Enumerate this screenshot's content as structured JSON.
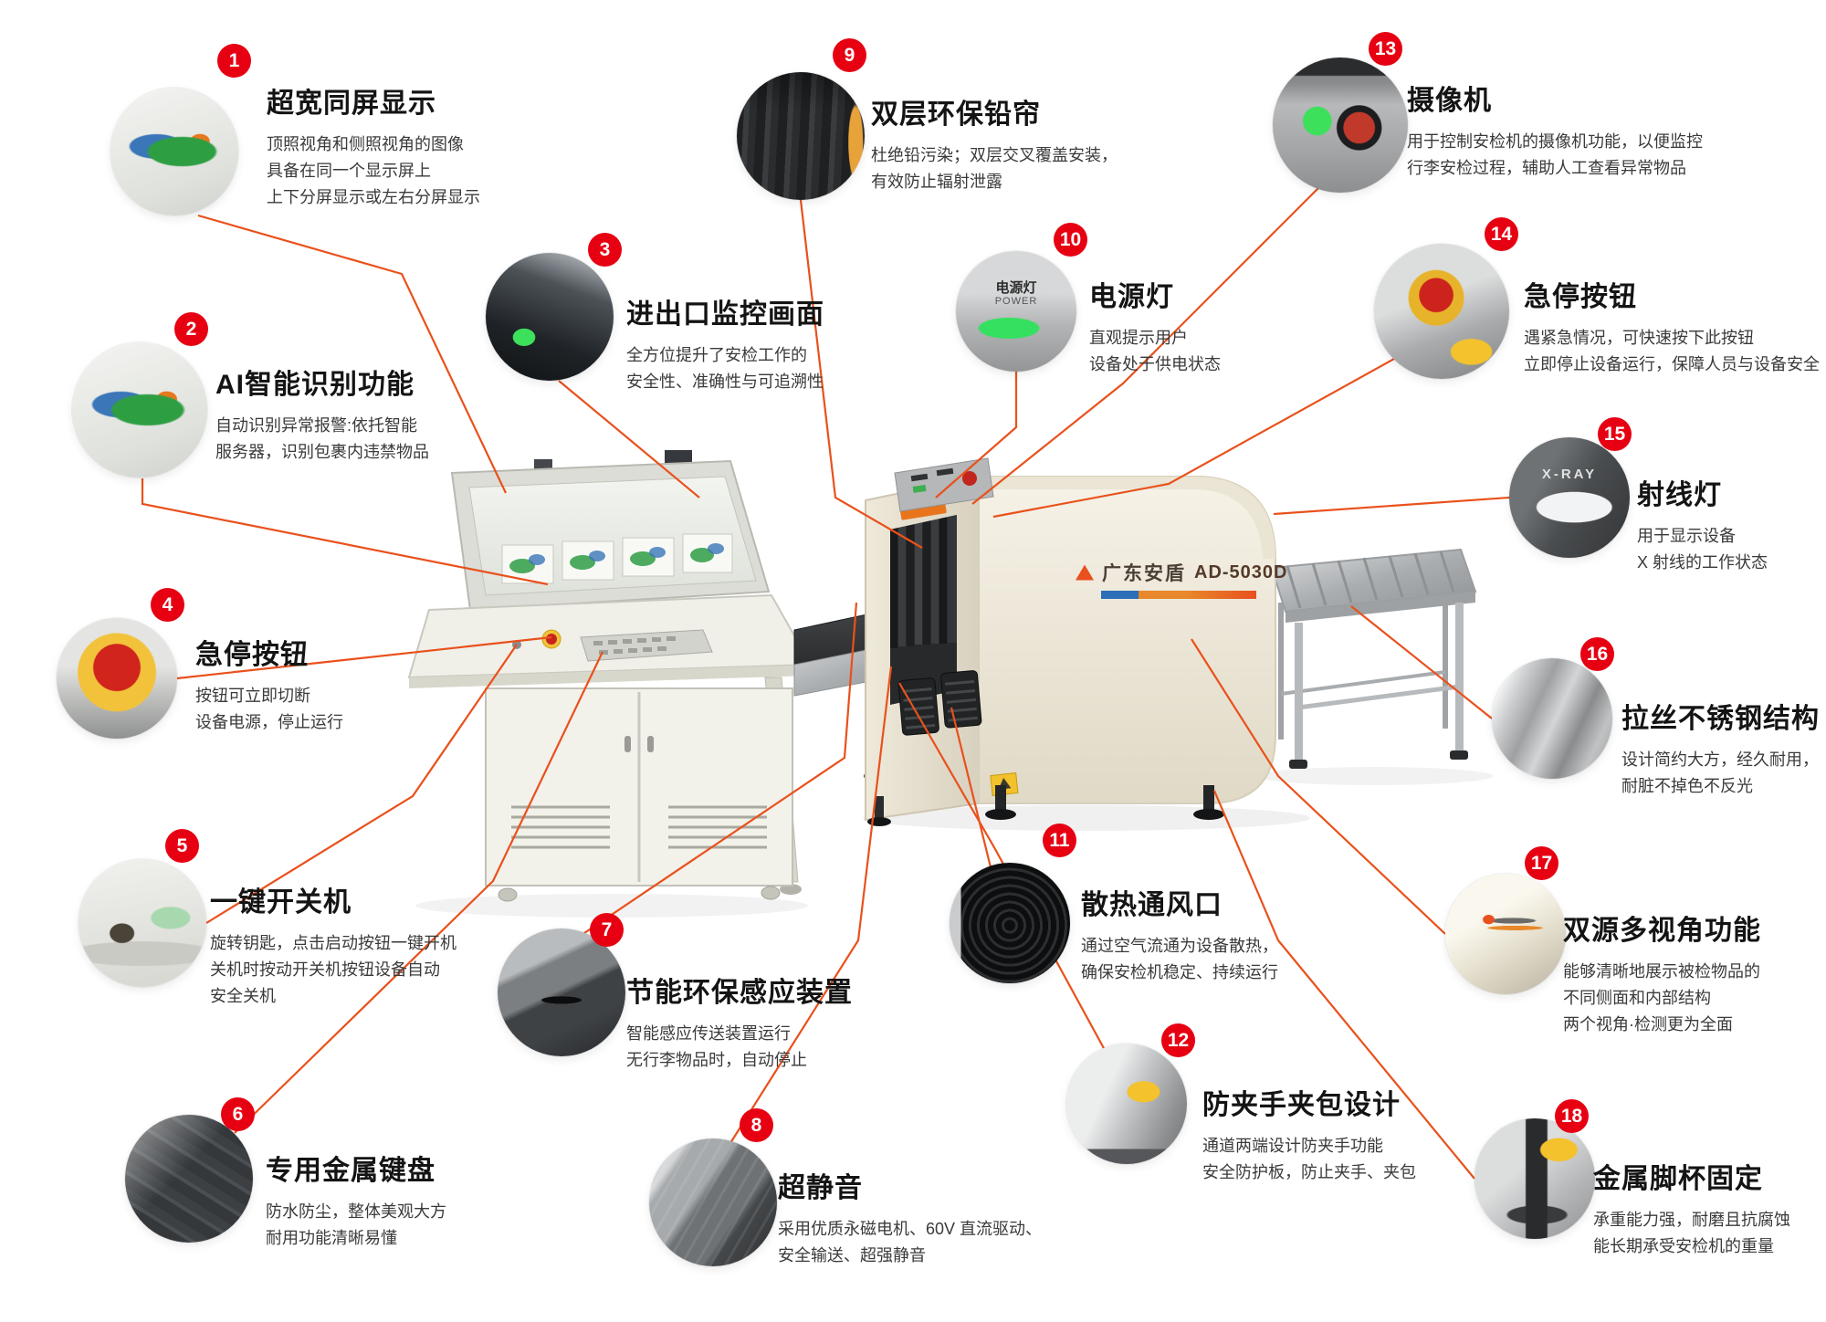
{
  "machine": {
    "brand": "广东安盾",
    "model": "AD-5030D"
  },
  "photo_labels": {
    "power_cn": "电源灯",
    "power_en": "POWER",
    "xray": "X-RAY"
  },
  "colors": {
    "accent_line": "#e9511c",
    "badge": "#e60012",
    "body_cream": "#f3efe3"
  },
  "callouts": [
    {
      "num": "1",
      "title": "超宽同屏显示",
      "desc": "顶照视角和侧照视角的图像\n具备在同一个显示屏上\n上下分屏显示或左右分屏显示"
    },
    {
      "num": "2",
      "title": "AI智能识别功能",
      "desc": "自动识别异常报警:依托智能\n服务器，识别包裹内违禁物品"
    },
    {
      "num": "3",
      "title": "进出口监控画面",
      "desc": "全方位提升了安检工作的\n安全性、准确性与可追溯性"
    },
    {
      "num": "4",
      "title": "急停按钮",
      "desc": "按钮可立即切断\n设备电源，停止运行"
    },
    {
      "num": "5",
      "title": "一键开关机",
      "desc": "旋转钥匙，点击启动按钮一键开机\n关机时按动开关机按钮设备自动\n安全关机"
    },
    {
      "num": "6",
      "title": "专用金属键盘",
      "desc": "防水防尘，整体美观大方\n耐用功能清晰易懂"
    },
    {
      "num": "7",
      "title": "节能环保感应装置",
      "desc": "智能感应传送装置运行\n无行李物品时，自动停止"
    },
    {
      "num": "8",
      "title": "超静音",
      "desc": "采用优质永磁电机、60V 直流驱动、\n安全输送、超强静音"
    },
    {
      "num": "9",
      "title": "双层环保铅帘",
      "desc": "杜绝铅污染；双层交叉覆盖安装，\n有效防止辐射泄露"
    },
    {
      "num": "10",
      "title": "电源灯",
      "desc": "直观提示用户\n设备处于供电状态"
    },
    {
      "num": "11",
      "title": "散热通风口",
      "desc": "通过空气流通为设备散热，\n确保安检机稳定、持续运行"
    },
    {
      "num": "12",
      "title": "防夹手夹包设计",
      "desc": "通道两端设计防夹手功能\n安全防护板，防止夹手、夹包"
    },
    {
      "num": "13",
      "title": "摄像机",
      "desc": "用于控制安检机的摄像机功能，以便监控\n行李安检过程，辅助人工查看异常物品"
    },
    {
      "num": "14",
      "title": "急停按钮",
      "desc": "遇紧急情况，可快速按下此按钮\n立即停止设备运行，保障人员与设备安全"
    },
    {
      "num": "15",
      "title": "射线灯",
      "desc": "用于显示设备\nX 射线的工作状态"
    },
    {
      "num": "16",
      "title": "拉丝不锈钢结构",
      "desc": "设计简约大方，经久耐用，\n耐脏不掉色不反光"
    },
    {
      "num": "17",
      "title": "双源多视角功能",
      "desc": "能够清晰地展示被检物品的\n不同侧面和内部结构\n两个视角·检测更为全面"
    },
    {
      "num": "18",
      "title": "金属脚杯固定",
      "desc": "承重能力强，耐磨且抗腐蚀\n能长期承受安检机的重量"
    }
  ]
}
